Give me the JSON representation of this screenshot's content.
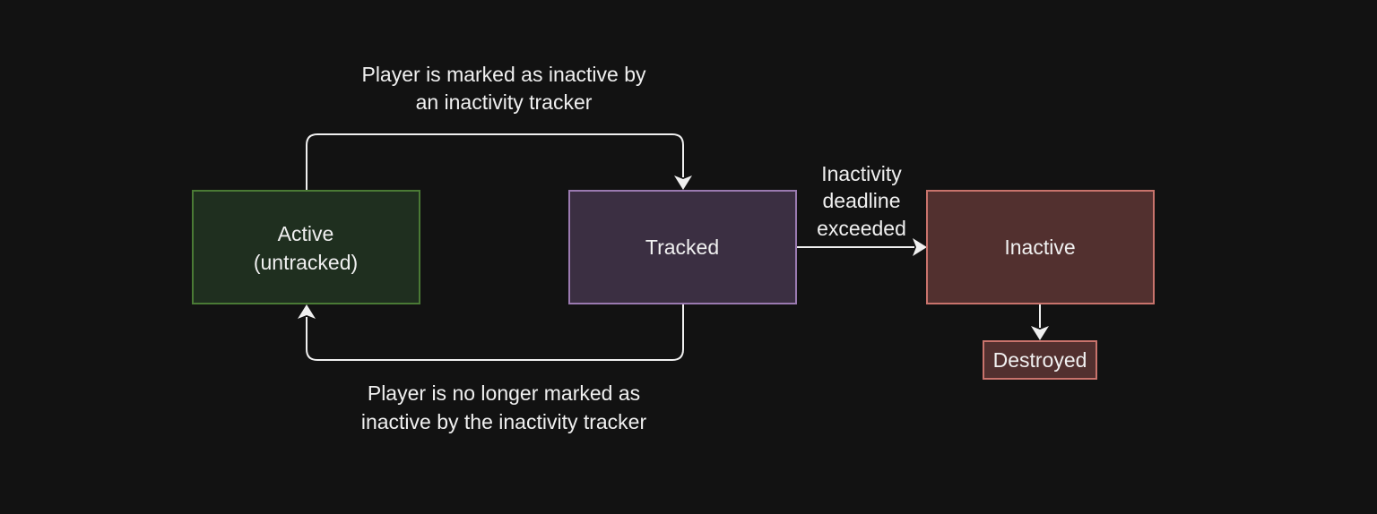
{
  "nodes": {
    "active": {
      "line1": "Active",
      "line2": "(untracked)",
      "fill": "#1f2f1f",
      "stroke": "#4a7a35"
    },
    "tracked": {
      "label": "Tracked",
      "fill": "#3b2f42",
      "stroke": "#9a7ab0"
    },
    "inactive": {
      "label": "Inactive",
      "fill": "#52302f",
      "stroke": "#c8736c"
    },
    "destroyed": {
      "label": "Destroyed",
      "fill": "#52302f",
      "stroke": "#c8736c"
    }
  },
  "edges": {
    "active_to_tracked": {
      "line1": "Player is marked as inactive by",
      "line2": "an inactivity tracker"
    },
    "tracked_to_active": {
      "line1": "Player is no longer marked as",
      "line2": "inactive by the inactivity tracker"
    },
    "tracked_to_inactive": {
      "line1": "Inactivity",
      "line2": "deadline",
      "line3": "exceeded"
    }
  },
  "colors": {
    "background": "#121212",
    "line": "#f0f0f0",
    "text": "#f0f0f0"
  }
}
